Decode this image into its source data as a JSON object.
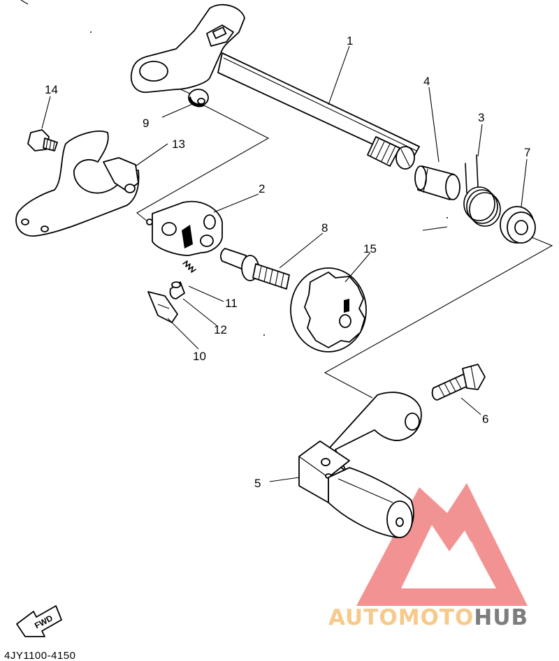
{
  "diagram": {
    "callouts": [
      {
        "id": "c1",
        "label": "1"
      },
      {
        "id": "c2",
        "label": "2"
      },
      {
        "id": "c3",
        "label": "3"
      },
      {
        "id": "c4",
        "label": "4"
      },
      {
        "id": "c5",
        "label": "5"
      },
      {
        "id": "c6",
        "label": "6"
      },
      {
        "id": "c7",
        "label": "7"
      },
      {
        "id": "c8",
        "label": "8"
      },
      {
        "id": "c9",
        "label": "9"
      },
      {
        "id": "c10",
        "label": "10"
      },
      {
        "id": "c11",
        "label": "11"
      },
      {
        "id": "c12",
        "label": "12"
      },
      {
        "id": "c13",
        "label": "13"
      },
      {
        "id": "c14",
        "label": "14"
      },
      {
        "id": "c15",
        "label": "15"
      }
    ],
    "fwd_label": "FWD",
    "diagram_code": "4JY1100-4150"
  },
  "watermark": {
    "text_a": "AUTOMOTO",
    "text_b": "HUB",
    "color_a": "#f7c98b",
    "color_b": "#7d7d7d",
    "triangle_color": "#f08080"
  }
}
